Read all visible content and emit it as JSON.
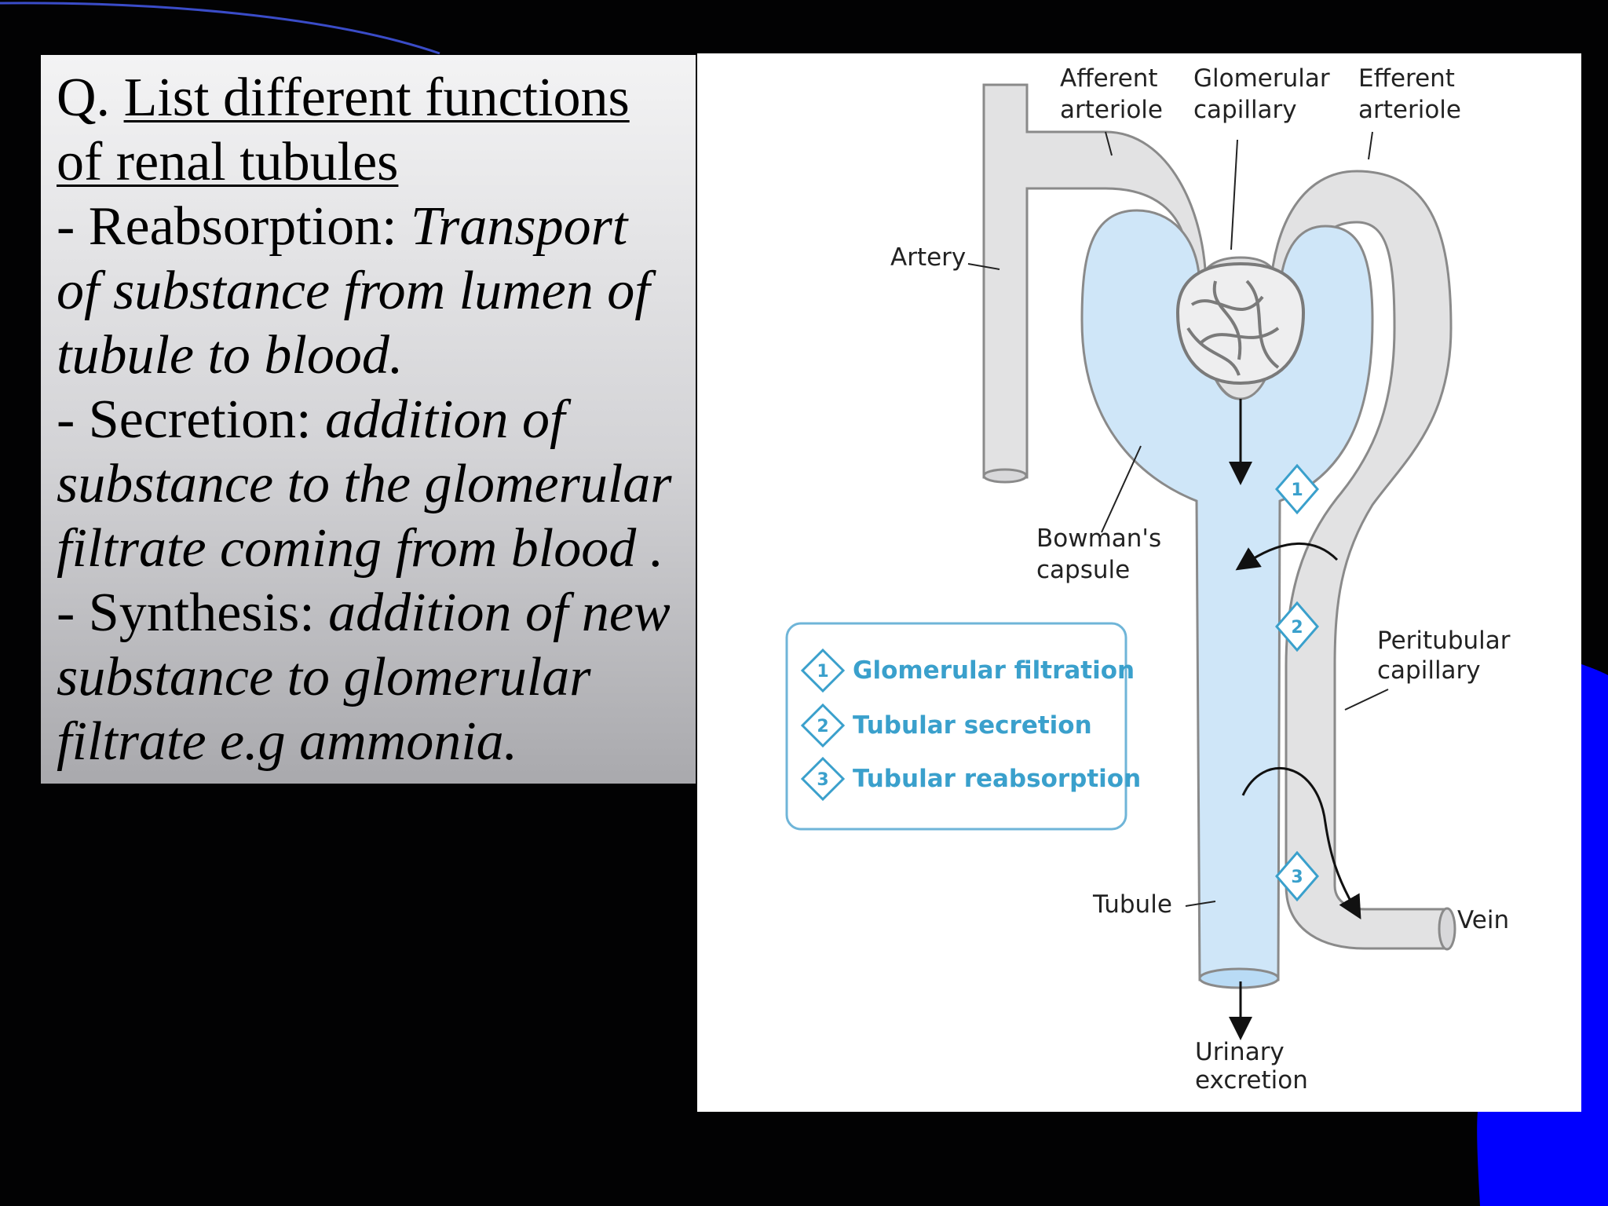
{
  "slide": {
    "question_prefix": "Q. ",
    "question_title": "List different functions of renal tubules",
    "items": [
      {
        "term": "- Reabsorption: ",
        "definition": "Transport of substance from lumen of tubule to blood."
      },
      {
        "term": "- Secretion: ",
        "definition": "addition of substance to the glomerular filtrate coming from blood ."
      },
      {
        "term": "- Synthesis: ",
        "definition": "addition of new substance to glomerular filtrate e.g ammonia."
      }
    ]
  },
  "diagram": {
    "labels": {
      "afferent_1": "Afferent",
      "afferent_2": "arteriole",
      "glomerular_1": "Glomerular",
      "glomerular_2": "capillary",
      "efferent_1": "Efferent",
      "efferent_2": "arteriole",
      "artery": "Artery",
      "bowman_1": "Bowman's",
      "bowman_2": "capsule",
      "peritubular_1": "Peritubular",
      "peritubular_2": "capillary",
      "tubule": "Tubule",
      "vein": "Vein",
      "urinary_1": "Urinary",
      "urinary_2": "excretion"
    },
    "markers": [
      "1",
      "2",
      "3"
    ],
    "legend": [
      {
        "num": "1",
        "text": "Glomerular filtration"
      },
      {
        "num": "2",
        "text": "Tubular secretion"
      },
      {
        "num": "3",
        "text": "Tubular reabsorption"
      }
    ],
    "colors": {
      "vessel": "#e2e2e3",
      "fluid": "#cfe6f8",
      "legend_text": "#3aa0cc",
      "background": "#020203",
      "corner_accent": "#0000ff"
    }
  }
}
